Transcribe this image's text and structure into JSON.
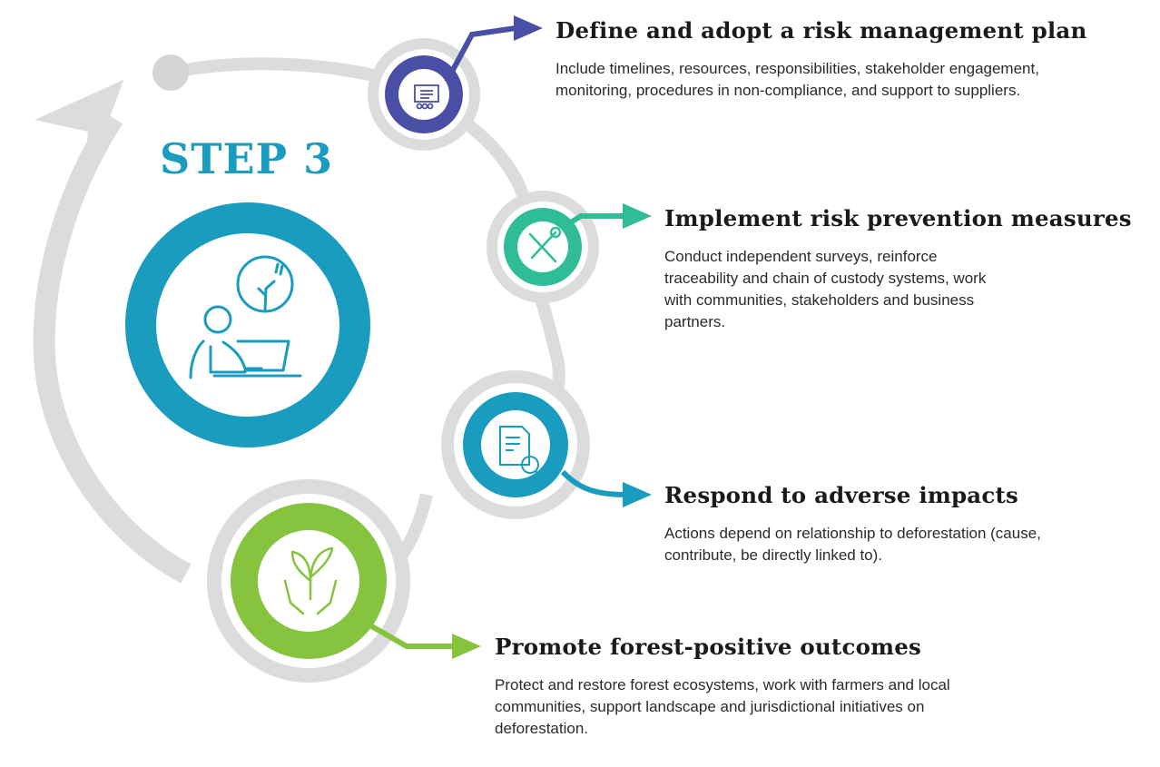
{
  "step_label": "STEP 3",
  "colors": {
    "loop": "#dcdcde",
    "step": "#1a9cbf",
    "plan": "#4a4fa6",
    "prevention": "#2ebd97",
    "respond": "#1a9cbf",
    "forest": "#86c440",
    "text": "#1a1a1a"
  },
  "items": [
    {
      "title": "Define and adopt a risk management plan",
      "body": "Include timelines, resources, responsibilities, stakeholder engagement, monitoring, procedures in non-compliance, and support to suppliers.",
      "icon": "presentation-board-icon"
    },
    {
      "title": "Implement risk prevention measures",
      "body": "Conduct independent surveys, reinforce traceability and chain of custody systems, work with communities, stakeholders and business partners.",
      "icon": "wrench-screwdriver-icon"
    },
    {
      "title": "Respond to adverse impacts",
      "body": "Actions depend on relationship to deforestation (cause, contribute, be directly linked to).",
      "icon": "document-magnifier-icon"
    },
    {
      "title": "Promote forest-positive outcomes",
      "body": "Protect and restore forest ecosystems, work with farmers and local communities, support landscape and jurisdictional initiatives on deforestation.",
      "icon": "hands-sprout-icon"
    }
  ]
}
